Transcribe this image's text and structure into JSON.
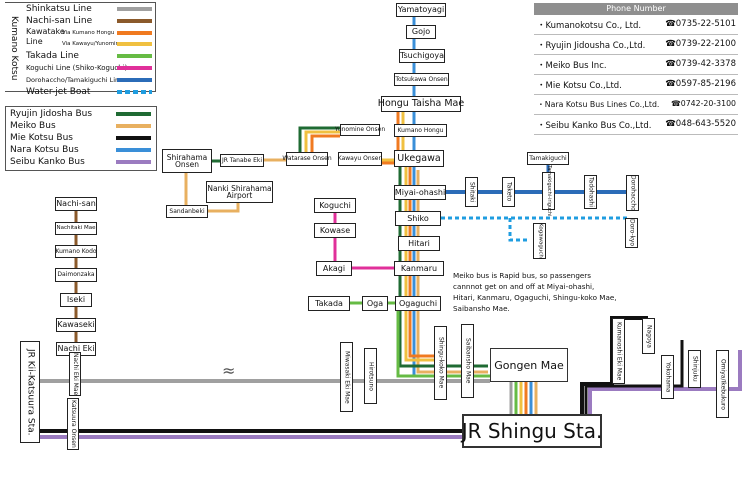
{
  "map": {
    "region_label": "Kumano Kotsu"
  },
  "kumano_lines": [
    {
      "name": "Shinkatsu Line",
      "color": "#a0a0a0"
    },
    {
      "name": "Nachi-san Line",
      "color": "#8b5a2b"
    },
    {
      "name": "Kawatake Line",
      "color": "#f0c040",
      "via": [
        "Via Kumano Hongu",
        "Via Kawayu/Yunomine"
      ]
    },
    {
      "name": "Takada Line",
      "color": "#66bb44"
    },
    {
      "name": "Koguchi Line (Shiko-Koguchi)",
      "color": "#e0309a"
    },
    {
      "name": "Dorohaccho/Tamakiguchi Line",
      "color": "#2b6cb8"
    },
    {
      "name": "Water-jet Boat",
      "color": "#1f9de0"
    }
  ],
  "kawatake_colors": [
    "#f0c040",
    "#f07a20"
  ],
  "other_bus_lines": [
    {
      "name": "Ryujin Jidosha Bus",
      "color": "#1f6b33"
    },
    {
      "name": "Meiko Bus",
      "color": "#e8b060"
    },
    {
      "name": "Mie Kotsu Bus",
      "color": "#111111"
    },
    {
      "name": "Nara Kotsu Bus",
      "color": "#3a8fd8"
    },
    {
      "name": "Seibu Kanko Bus",
      "color": "#9b7bc0"
    }
  ],
  "phone": {
    "header": "Phone Number",
    "entries": [
      {
        "company": "・Kumanokotsu Co., Ltd.",
        "number": "☎0735-22-5101"
      },
      {
        "company": "・Ryujin Jidousha Co.,Ltd.",
        "number": "☎0739-22-2100"
      },
      {
        "company": "・Meiko Bus Inc.",
        "number": "☎0739-42-3378"
      },
      {
        "company": "・Mie Kotsu Co.,Ltd.",
        "number": "☎0597-85-2196"
      },
      {
        "company": "・Nara Kotsu Bus Lines Co.,Ltd.",
        "number": "☎0742-20-3100"
      },
      {
        "company": "・Seibu Kanko Bus Co.,Ltd.",
        "number": "☎048-643-5520"
      }
    ]
  },
  "note": "Meiko bus is Rapid bus, so passengers cannnot get on and off at Miyai-ohashi, Hitari, Kanmaru, Ogaguchi, Shingu-koko Mae, Saibansho Mae.",
  "stations": {
    "yamatoyagi": "Yamatoyagi",
    "gojo": "Gojo",
    "tsuchigoya": "Tsuchigoya",
    "totsukawa_onsen": "Totsukawa Onsen",
    "hongu_taisha_mae": "Hongu Taisha Mae",
    "yunomine_onsen": "Yunomine Onsen",
    "kumano_hongu": "Kumano Hongu",
    "shirahama_onsen": "Shirahama Onsen",
    "jr_tanabe_eki": "JR Tanabe Eki",
    "watarase_onsen": "Watarase Onsen",
    "kawayu_onsen": "Kawayu Onsen",
    "ukegawa": "Ukegawa",
    "nanki_shirahama_airport": "Nanki Shirahama Airport",
    "sandanbeki": "Sandanbeki",
    "tamakiguchi": "Tamakiguchi",
    "miyai_ohashi": "Miyai-ohashi",
    "shitaki": "Shitaki",
    "taketo": "Taketo",
    "tamakiguchi_iriguchi": "Tamakiguchi-iriguchi",
    "tadohashi": "Tadohashi",
    "dorohaccho": "Dorohaccho",
    "koguchi": "Koguchi",
    "kowase": "Kowase",
    "shiko": "Shiko",
    "kogawaguchi": "Kogawaguchi",
    "doro_kyo": "Doro-kyo",
    "hitari": "Hitari",
    "akagi": "Akagi",
    "kanmaru": "Kanmaru",
    "takada": "Takada",
    "oga": "Oga",
    "ogaguchi": "Ogaguchi",
    "nachi_san": "Nachi-san",
    "nachitaki_mae": "Nachitaki Mae",
    "kumano_kodo": "Kumano Kodo",
    "daimonzaka": "Daimonzaka",
    "iseki": "Iseki",
    "kawaseki": "Kawaseki",
    "nachi_eki": "Nachi Eki",
    "jr_kii_katsuura": "JR Kii-Katsuura Sta.",
    "nachi_eki_mae": "Nachi Eki Mae",
    "katsuura_onsen": "Katsuura Onsen",
    "miwasaki_eki_mae": "Miwasaki Eki Mae",
    "hirotsuno": "Hirotsuno",
    "shingu_koko_mae": "Shingu-koko Mae",
    "saibansho_mae": "Saibansho Mae",
    "gongen_mae": "Gongen Mae",
    "kumanoshi_eki_mae": "Kumanoshi Eki Mae",
    "nagoya": "Nagoya",
    "yokohama": "Yokohama",
    "shinjuku": "Shinjuku",
    "omiya_ikebukuro": "Omiya/Ikebukuro",
    "jr_shingu": "JR Shingu Sta."
  }
}
